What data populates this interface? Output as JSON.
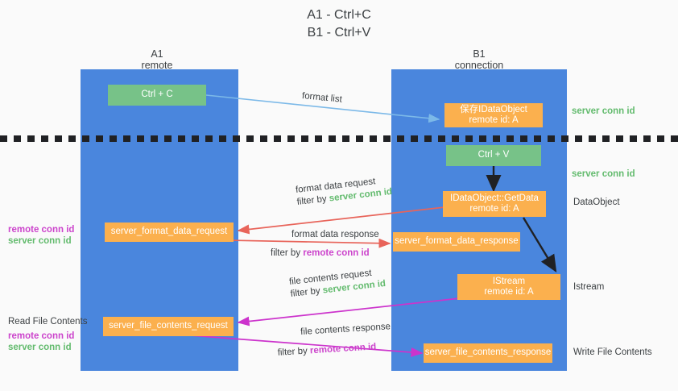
{
  "title": {
    "line1": "A1 - Ctrl+C",
    "line2": "B1 - Ctrl+V"
  },
  "columns": [
    {
      "name": "A1",
      "sub": "remote"
    },
    {
      "name": "B1",
      "sub": "connection"
    }
  ],
  "boxes": {
    "ctrl_c": {
      "line1": "Ctrl + C",
      "line2": "",
      "color": "#77c288"
    },
    "save_dataobject": {
      "line1": "保存IDataObject",
      "line2": "remote id: A",
      "color": "#fbb04e"
    },
    "ctrl_v": {
      "line1": "Ctrl + V",
      "line2": "",
      "color": "#77c288"
    },
    "getdata": {
      "line1": "IDataObject::GetData",
      "line2": "remote id: A",
      "color": "#fbb04e"
    },
    "format_data_request": {
      "line1": "server_format_data_request",
      "line2": "",
      "color": "#fbb04e"
    },
    "format_data_response": {
      "line1": "server_format_data_response",
      "line2": "",
      "color": "#fbb04e"
    },
    "istream": {
      "line1": "IStream",
      "line2": "remote id: A",
      "color": "#fbb04e"
    },
    "file_contents_request": {
      "line1": "server_file_contents_request",
      "line2": "",
      "color": "#fbb04e"
    },
    "file_contents_response": {
      "line1": "server_file_contents_response",
      "line2": "",
      "color": "#fbb04e"
    }
  },
  "edge_labels": {
    "format_list": "format list",
    "format_data_request": {
      "line1": "format data request",
      "filter_prefix": "filter by ",
      "filter_key": "server conn id"
    },
    "format_data_response": {
      "line1": "format data response",
      "filter_prefix": "filter by ",
      "filter_key": "remote conn id"
    },
    "file_contents_request": {
      "line1": "file contents request",
      "filter_prefix": "filter by ",
      "filter_key": "server conn id"
    },
    "file_contents_response": {
      "line1": "file contents response",
      "filter_prefix": "filter by ",
      "filter_key": "remote conn id"
    }
  },
  "right_labels": {
    "server_conn_id_top": "server conn id",
    "server_conn_id_mid": "server conn id",
    "dataobject": "DataObject",
    "istream": "Istream",
    "write_file_contents": "Write File Contents"
  },
  "left_labels": {
    "remote_conn_id_1": "remote conn id",
    "server_conn_id_1": "server conn id",
    "read_file_contents": "Read File Contents",
    "remote_conn_id_2": "remote conn id",
    "server_conn_id_2": "server conn id"
  },
  "colors": {
    "panel_blue": "#4a86dd",
    "green": "#77c288",
    "orange": "#fbb04e",
    "green_text": "#63bb6e",
    "purple_text": "#cc44cc",
    "red_arrow": "#e8645a",
    "magenta_arrow": "#cc33cc",
    "lightblue_arrow": "#7cb9e8",
    "black_arrow": "#202124",
    "background": "#fafafa"
  }
}
